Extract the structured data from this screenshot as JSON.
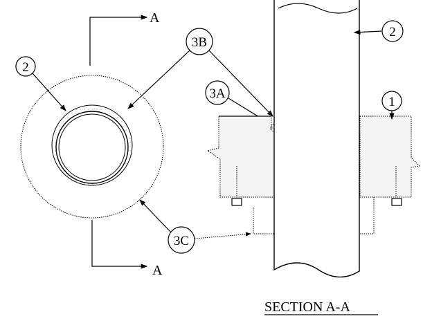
{
  "section_markers": {
    "top": "A",
    "bottom": "A"
  },
  "callouts": {
    "plan_pipe": "2",
    "sealant": "3B",
    "backer": "3A",
    "elev_pipe": "2",
    "floor": "1",
    "fill": "3C"
  },
  "section_title": "SECTION A-A"
}
